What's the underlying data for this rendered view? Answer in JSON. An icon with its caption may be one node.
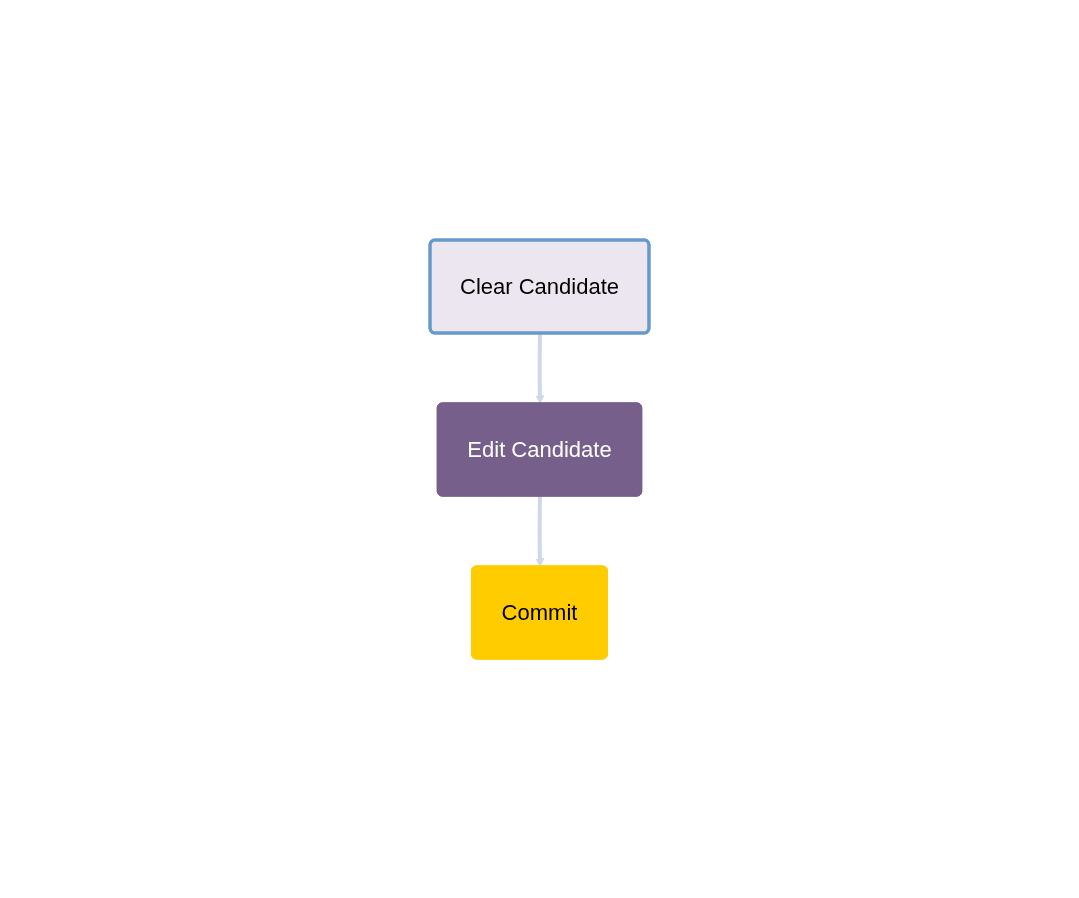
{
  "diagram": {
    "nodes": [
      {
        "text": [
          "Clear Candidate"
        ]
      },
      {
        "text": [
          "Edit Candidate"
        ]
      },
      {
        "text": [
          "Commit"
        ]
      }
    ],
    "edges": [
      {
        "from": 0,
        "to": 1,
        "arrow": "to"
      },
      {
        "from": 1,
        "to": 2,
        "arrow": "to"
      }
    ]
  }
}
